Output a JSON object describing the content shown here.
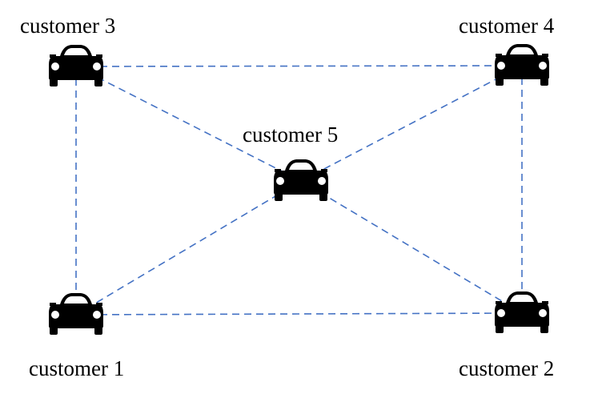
{
  "colors": {
    "edge": "#4472c4",
    "car": "#000000",
    "background": "#ffffff"
  },
  "icons": {
    "node": "car-icon"
  },
  "nodes": [
    {
      "id": "c1",
      "label": "customer 1"
    },
    {
      "id": "c2",
      "label": "customer 2"
    },
    {
      "id": "c3",
      "label": "customer 3"
    },
    {
      "id": "c4",
      "label": "customer 4"
    },
    {
      "id": "c5",
      "label": "customer 5"
    }
  ],
  "edges": [
    [
      "c3",
      "c4"
    ],
    [
      "c3",
      "c1"
    ],
    [
      "c4",
      "c2"
    ],
    [
      "c1",
      "c2"
    ],
    [
      "c3",
      "c5"
    ],
    [
      "c4",
      "c5"
    ],
    [
      "c1",
      "c5"
    ],
    [
      "c2",
      "c5"
    ]
  ]
}
